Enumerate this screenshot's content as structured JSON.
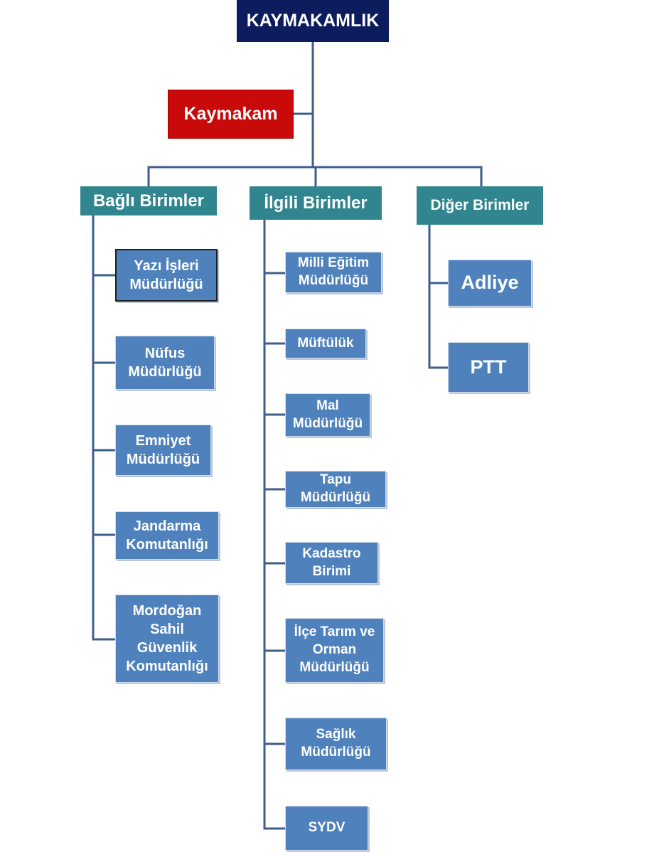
{
  "root": {
    "label": "KAYMAKAMLIK"
  },
  "head": {
    "label": "Kaymakam"
  },
  "groups": {
    "bagli": {
      "label": "Bağlı Birimler",
      "units": [
        "Yazı İşleri\nMüdürlüğü",
        "Nüfus\nMüdürlüğü",
        "Emniyet\nMüdürlüğü",
        "Jandarma\nKomutanlığı",
        "Mordoğan\nSahil\nGüvenlik\nKomutanlığı"
      ]
    },
    "ilgili": {
      "label": "İlgili Birimler",
      "units": [
        "Milli Eğitim\nMüdürlüğü",
        "Müftülük",
        "Mal\nMüdürlüğü",
        "Tapu\nMüdürlüğü",
        "Kadastro\nBirimi",
        "İlçe Tarım ve\nOrman\nMüdürlüğü",
        "Sağlık\nMüdürlüğü",
        "SYDV"
      ]
    },
    "diger": {
      "label": "Diğer Birimler",
      "units": [
        "Adliye",
        "PTT"
      ]
    }
  },
  "colors": {
    "root": "#0c1c5c",
    "head": "#c80a0a",
    "group": "#31858f",
    "unit": "#4f81bd",
    "connector": "#3d5d8c"
  }
}
